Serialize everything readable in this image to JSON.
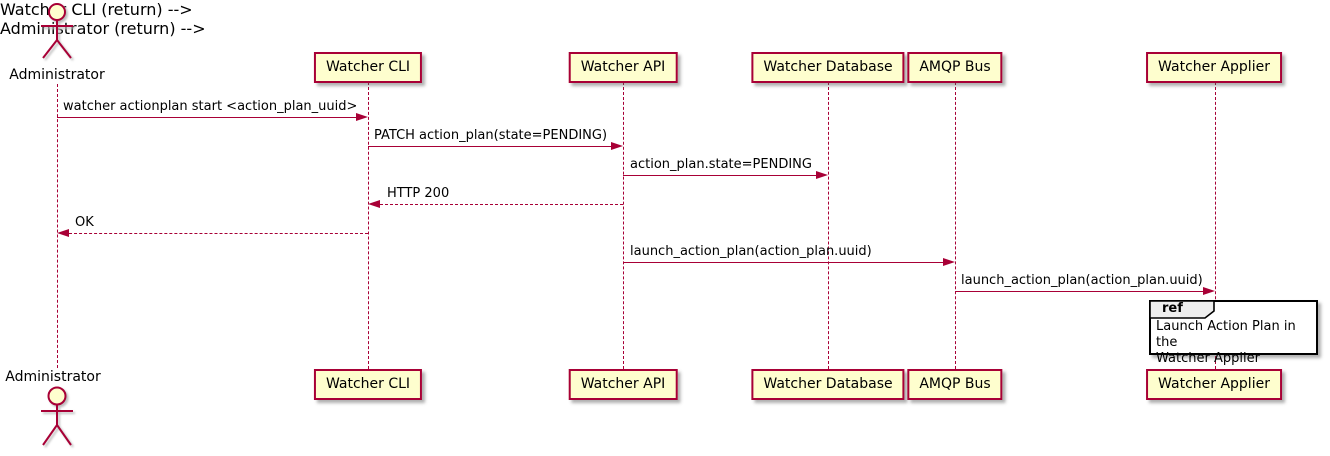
{
  "diagram_type": "sequence",
  "actor": {
    "name": "Administrator"
  },
  "participants": [
    {
      "name": "Watcher CLI"
    },
    {
      "name": "Watcher API"
    },
    {
      "name": "Watcher Database"
    },
    {
      "name": "AMQP Bus"
    },
    {
      "name": "Watcher Applier"
    }
  ],
  "messages": [
    {
      "label": "watcher actionplan start <action_plan_uuid>",
      "from": "Administrator",
      "to": "Watcher CLI",
      "line": "solid"
    },
    {
      "label": "PATCH action_plan(state=PENDING)",
      "from": "Watcher CLI",
      "to": "Watcher API",
      "line": "solid"
    },
    {
      "label": "action_plan.state=PENDING",
      "from": "Watcher API",
      "to": "Watcher Database",
      "line": "solid"
    },
    {
      "label": "HTTP 200",
      "from": "Watcher API",
      "to": "Watcher CLI",
      "line": "dashed"
    },
    {
      "label": "OK",
      "from": "Watcher CLI",
      "to": "Administrator",
      "line": "dashed"
    },
    {
      "label": "launch_action_plan(action_plan.uuid)",
      "from": "Watcher API",
      "to": "AMQP Bus",
      "line": "solid"
    },
    {
      "label": "launch_action_plan(action_plan.uuid)",
      "from": "AMQP Bus",
      "to": "Watcher Applier",
      "line": "solid"
    }
  ],
  "ref": {
    "keyword": "ref",
    "line1": "Launch Action Plan in the",
    "line2": "Watcher Applier"
  },
  "colors": {
    "accent": "#A80036",
    "participant_fill": "#FEFECE",
    "ref_header_fill": "#EEEEEE",
    "text": "#000000",
    "background": "#FFFFFF"
  }
}
